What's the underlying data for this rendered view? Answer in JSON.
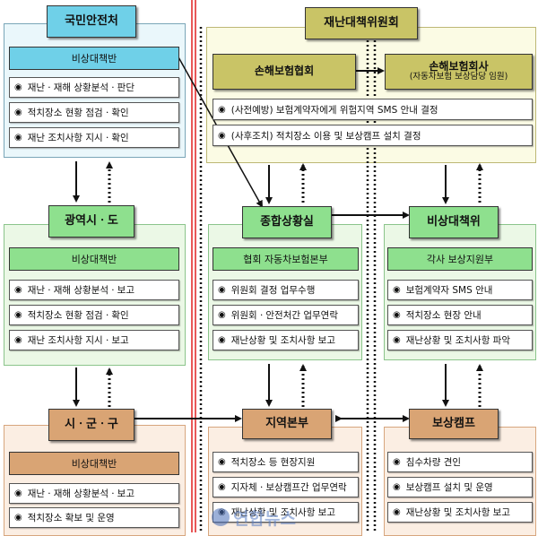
{
  "left": {
    "national": {
      "title": "국민안전처",
      "sub": "비상대책반",
      "items": [
        "재난ㆍ재해 상황분석ㆍ판단",
        "적치장소 현황 점검ㆍ확인",
        "재난 조치사항 지시ㆍ확인"
      ]
    },
    "provincial": {
      "title": "광역시ㆍ도",
      "sub": "비상대책반",
      "items": [
        "재난ㆍ재해 상황분석ㆍ보고",
        "적치장소 현황 점검ㆍ확인",
        "재난 조치사항 지시ㆍ보고"
      ]
    },
    "local": {
      "title": "시ㆍ군ㆍ구",
      "sub": "비상대책반",
      "items": [
        "재난ㆍ재해 상황분석ㆍ보고",
        "적치장소 확보 및 운영"
      ]
    }
  },
  "committee": {
    "title": "재난대책위원회",
    "assoc_title": "손해보험협회",
    "company_title": "손해보험회사",
    "company_sub": "(자동차보험 보상담당 임원)",
    "items": [
      "(사전예방) 보험계약자에게 위험지역 SMS 안내 결정",
      "(사후조치) 적치장소 이용 및 보상캠프 설치 결정"
    ]
  },
  "situation": {
    "title": "종합상황실",
    "sub": "협회 자동차보험본부",
    "items": [
      "위원회 결정 업무수행",
      "위원회ㆍ안전처간 업무연락",
      "재난상황 및 조치사항 보고"
    ]
  },
  "emergency": {
    "title": "비상대책위",
    "sub": "각사 보상지원부",
    "items": [
      "보험계약자 SMS 안내",
      "적치장소 현장 안내",
      "재난상황 및 조치사항 파악"
    ]
  },
  "regional": {
    "title": "지역본부",
    "items": [
      "적치장소 등 현장지원",
      "지자체ㆍ보상캠프간 업무연락",
      "재난상황 및 조치사항 보고"
    ]
  },
  "camp": {
    "title": "보상캠프",
    "items": [
      "침수차량 견인",
      "보상캠프 설치 및 운영",
      "재난상황 및 조치사항 보고"
    ]
  },
  "bullet": "◉",
  "watermark": "연합뉴스",
  "colors": {
    "blue_header": "#6fd0e8",
    "green_header": "#8ee08e",
    "olive_header": "#c9c466",
    "tan_header": "#d9a474",
    "red_line": "#e02020"
  }
}
